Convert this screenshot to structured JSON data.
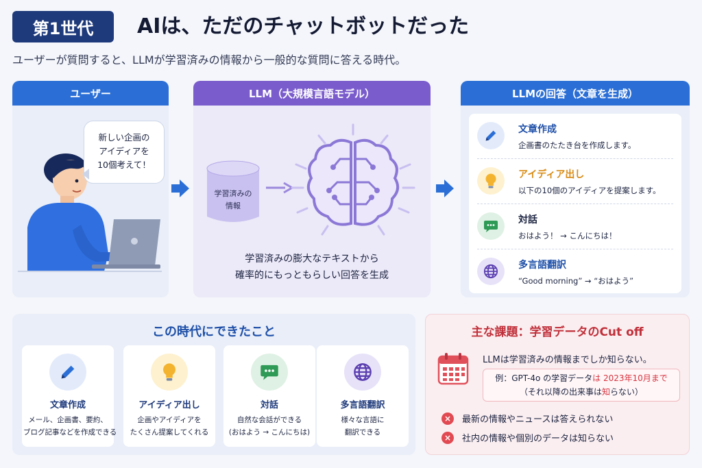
{
  "header": {
    "badge": "第1世代",
    "title": "AIは、ただのチャットボットだった",
    "subtitle": "ユーザーが質問すると、LLMが学習済みの情報から一般的な質問に答える時代。"
  },
  "user_panel": {
    "title": "ユーザー",
    "bubble_lines": [
      "新しい企画の",
      "アイディアを",
      "10個考えて！"
    ]
  },
  "llm_panel": {
    "title": "LLM（大規模言語モデル）",
    "db_lines": [
      "学習済みの",
      "情報"
    ],
    "caption_lines": [
      "学習済みの膨大なテキストから",
      "確率的にもっともらしい回答を生成"
    ]
  },
  "answer_panel": {
    "title": "LLMの回答（文章を生成）",
    "items": [
      {
        "title": "文章作成",
        "desc": "企画書のたたき台を作成します。",
        "icon": "pen-icon"
      },
      {
        "title": "アイディア出し",
        "desc": "以下の10個のアイディアを提案します。",
        "icon": "lightbulb-icon"
      },
      {
        "title": "対話",
        "desc": "おはよう！ → こんにちは！",
        "icon": "chat-icon"
      },
      {
        "title": "多言語翻訳",
        "desc": "“Good morning” → “おはよう”",
        "icon": "globe-icon"
      }
    ]
  },
  "capabilities": {
    "title": "この時代にできたこと",
    "cards": [
      {
        "title": "文章作成",
        "desc_lines": [
          "メール、企画書、要約、",
          "ブログ記事などを作成できる"
        ],
        "icon": "pen-icon"
      },
      {
        "title": "アイディア出し",
        "desc_lines": [
          "企画やアイディアを",
          "たくさん提案してくれる"
        ],
        "icon": "lightbulb-icon"
      },
      {
        "title": "対話",
        "desc_lines": [
          "自然な会話ができる",
          "(おはよう → こんにちは)"
        ],
        "icon": "chat-icon"
      },
      {
        "title": "多言語翻訳",
        "desc_lines": [
          "様々な言語に",
          "翻訳できる"
        ],
        "icon": "globe-icon"
      }
    ]
  },
  "issue": {
    "title": "主な課題：学習データのCut off",
    "line1": "LLMは学習済みの情報までしか知らない。",
    "example_prefix": "例：GPT-4o の学習データ",
    "example_red": "は 2023年10月まで",
    "example_line2_pre": "（それ以降の出来事は",
    "example_line2_red": "知",
    "example_line2_post": "らない）",
    "bullets": [
      "最新の情報やニュースは答えられない",
      "社内の情報や個別のデータは知らない"
    ]
  },
  "colors": {
    "navy": "#1e3a7b",
    "blue": "#2b6fd6",
    "purple": "#7a5ccc",
    "red": "#d63440"
  }
}
